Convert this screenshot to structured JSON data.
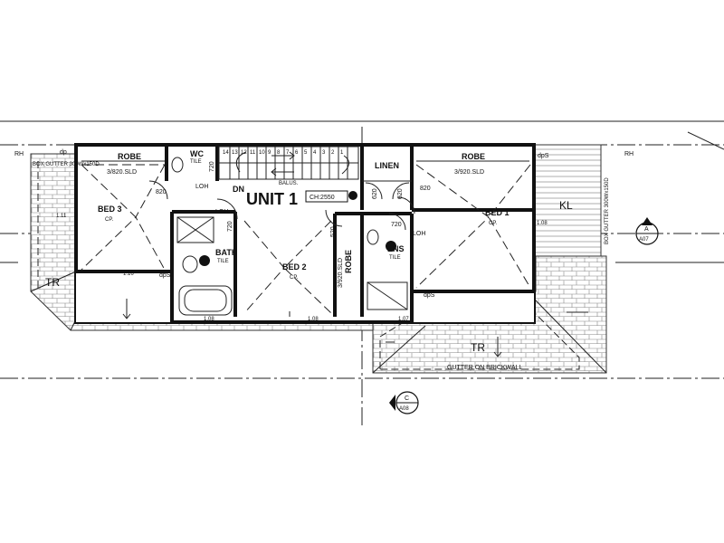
{
  "unit_title": "UNIT 1",
  "ceiling_height": "CH:2550",
  "balus": "BALUS.",
  "dn": "DN",
  "rooms": {
    "bed1": {
      "name": "BED 1",
      "sub": "CP."
    },
    "bed2": {
      "name": "BED 2",
      "sub": "CP."
    },
    "bed3": {
      "name": "BED 3",
      "sub": "CP."
    },
    "bath": {
      "name": "BATH",
      "sub": "TILE"
    },
    "ens": {
      "name": "ENS",
      "sub": "TILE"
    },
    "wc": {
      "name": "WC",
      "sub": "TILE"
    },
    "linen": {
      "name": "LINEN"
    },
    "robe_left": {
      "name": "ROBE",
      "door": "3/820.SLD"
    },
    "robe_right": {
      "name": "ROBE",
      "door": "3/920.SLD"
    },
    "robe_mid": {
      "name": "ROBE",
      "door": "3/920.SLD"
    }
  },
  "dims": {
    "d820_a": "820",
    "d820_b": "820",
    "d720_a": "720",
    "d720_b": "720",
    "d720_c": "720",
    "d620_a": "620",
    "d620_b": "620",
    "d520": "520"
  },
  "loh": {
    "a": "LOH",
    "b": "LOH",
    "c": "LOH"
  },
  "roof_labels": {
    "tr_left": "TR",
    "tr_right": "TR",
    "kl": "KL",
    "gutter_brick": "GUTTER ON BRICKWALL",
    "box_gutter_left": "BOX GUTTER\n300Wx150D",
    "box_gutter_right": "BOX GUTTER 300Wx150D",
    "rh_left": "RH",
    "rh_right": "RH",
    "dp_a": "dp",
    "dps_a": "dpS",
    "dps_b": "dpS",
    "dps_c": "dpS"
  },
  "levels": {
    "l1": "1.11",
    "l2": "1.16",
    "l3": "1.08",
    "l4": "1.08",
    "l5": "1.07",
    "l6": "1.08"
  },
  "sections": {
    "a": {
      "letter": "A",
      "sheet": "A07"
    },
    "c": {
      "letter": "C",
      "sheet": "A08"
    }
  },
  "stair_numbers": [
    "14",
    "13",
    "12",
    "11",
    "10",
    "9",
    "8",
    "7",
    "6",
    "5",
    "4",
    "3",
    "2",
    "1"
  ]
}
